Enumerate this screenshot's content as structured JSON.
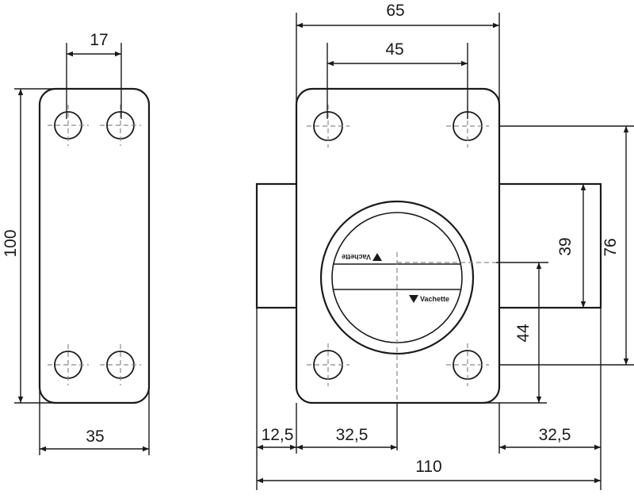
{
  "dimensions": {
    "hole_spacing_left": "17",
    "height_left": "100",
    "width_left": "35",
    "plate_width": "65",
    "hole_spacing_right": "45",
    "bolt_height": "39",
    "overall_height": "76",
    "axis_height": "44",
    "offset_left": "12,5",
    "axis_left": "32,5",
    "projection_right": "32,5",
    "overall_width": "110"
  },
  "brand": {
    "name_top": "Vachette",
    "name_bottom": "Vachette"
  },
  "colors": {
    "line": "#1a1a1a",
    "centerline": "#8a8a8a"
  }
}
